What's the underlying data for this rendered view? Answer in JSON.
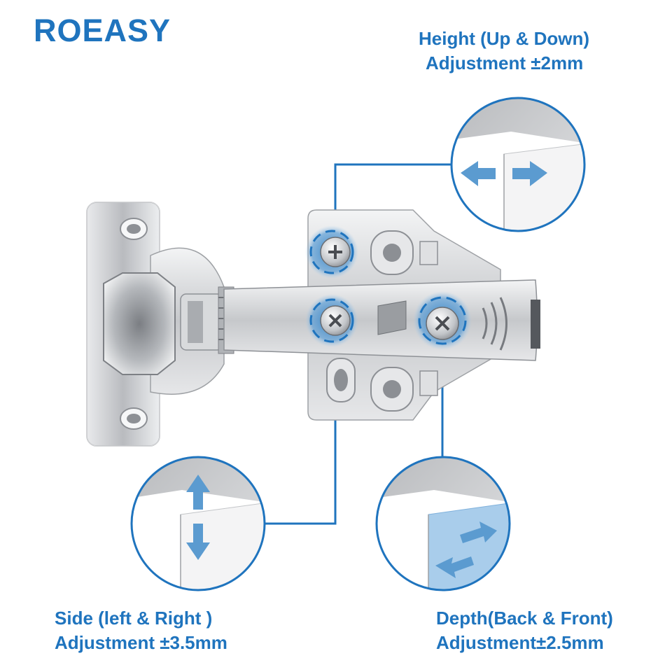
{
  "brand": {
    "logo_text": "ROEASY",
    "color": "#1f74be"
  },
  "labels": {
    "height": {
      "line1": "Height (Up & Down)",
      "line2": "Adjustment ±2mm"
    },
    "side": {
      "line1": "Side (left & Right )",
      "line2": "Adjustment ±3.5mm"
    },
    "depth": {
      "line1": "Depth(Back & Front)",
      "line2": "Adjustment±2.5mm"
    }
  },
  "colors": {
    "accent": "#1f74be",
    "arrow": "#5b9bd0",
    "connector": "#1f74be",
    "metal": "#c9cbce"
  }
}
